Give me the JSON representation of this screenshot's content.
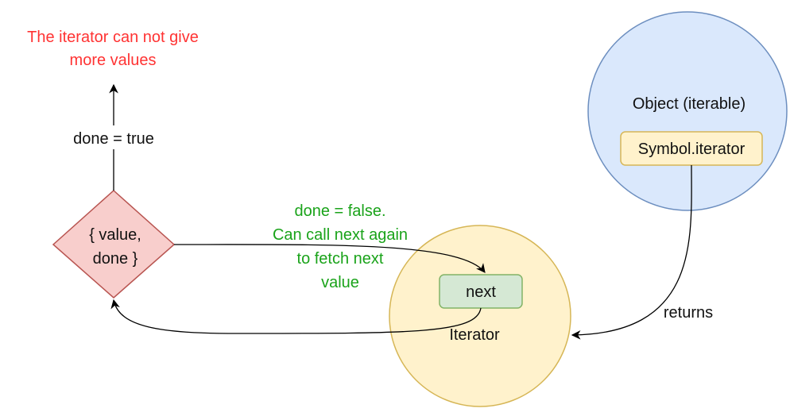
{
  "end_note": {
    "line1": "The iterator can not give",
    "line2": "more values"
  },
  "done_true_label": "done = true",
  "result_node": {
    "line1": "{ value,",
    "line2": "done }"
  },
  "done_false_note": {
    "line1": "done = false.",
    "line2": "Can call next again",
    "line3": "to fetch next",
    "line4": "value"
  },
  "object_node": {
    "label": "Object (iterable)",
    "method": "Symbol.iterator"
  },
  "iterator_node": {
    "label": "Iterator",
    "method": "next"
  },
  "returns_label": "returns",
  "colors": {
    "end_note": "#ff3333",
    "done_false_note": "#1aa31a",
    "object_fill": "#dae8fc",
    "object_stroke": "#6c8ebf",
    "iterator_fill": "#fff2cc",
    "iterator_stroke": "#d6b656",
    "diamond_fill": "#f8cecc",
    "diamond_stroke": "#b85450",
    "next_fill": "#d5e8d4",
    "next_stroke": "#82b366",
    "method_fill": "#fff2cc",
    "method_stroke": "#d6b656"
  }
}
